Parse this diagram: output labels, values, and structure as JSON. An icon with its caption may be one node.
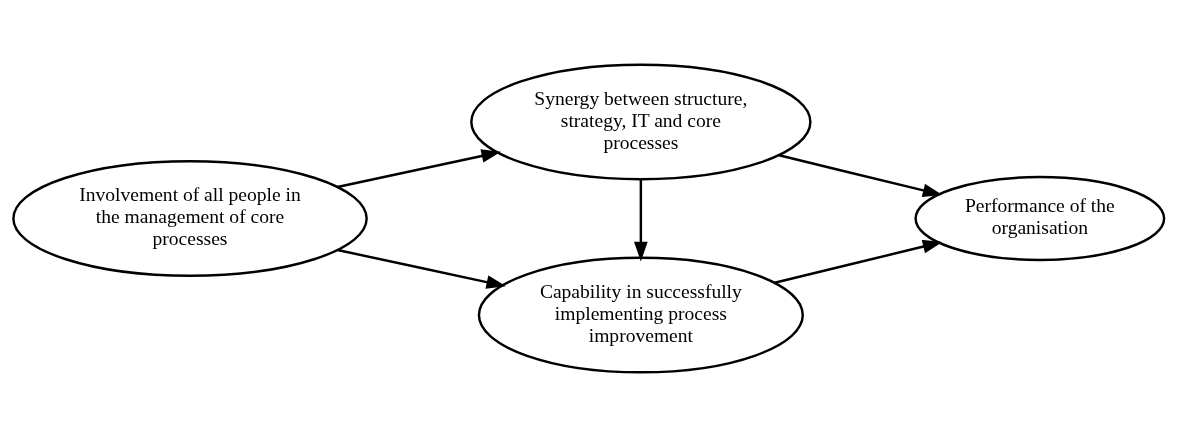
{
  "diagram": {
    "nodes": [
      {
        "text": [
          "Involvement of all people in the management of core processes"
        ]
      },
      {
        "text": [
          "Synergy between structure, strategy, IT and core processes"
        ]
      },
      {
        "text": [
          "Capability in successfully implementing process improvement"
        ]
      },
      {
        "text": [
          "Performance of the organisation"
        ]
      }
    ],
    "edges": [
      {
        "from": 0,
        "to": 1,
        "arrow": "to"
      },
      {
        "from": 0,
        "to": 2,
        "arrow": "to"
      },
      {
        "from": 1,
        "to": 2,
        "arrow": "to"
      },
      {
        "from": 1,
        "to": 3,
        "arrow": "to"
      },
      {
        "from": 2,
        "to": 3,
        "arrow": "to"
      }
    ]
  }
}
